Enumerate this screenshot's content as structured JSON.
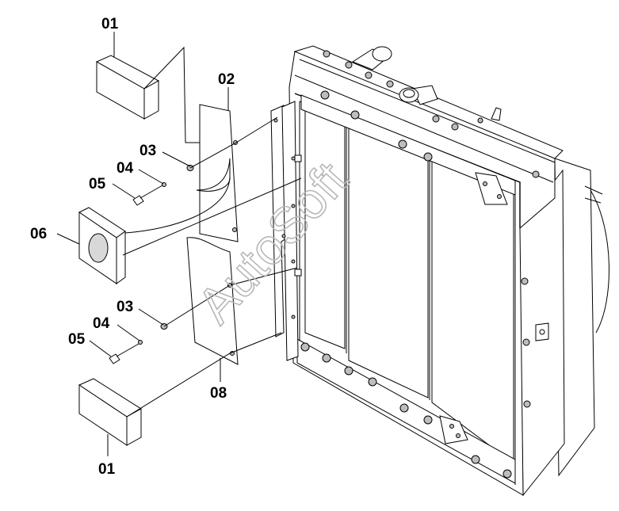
{
  "watermark": "AutoSoft",
  "callouts": [
    {
      "id": "01",
      "part": "pad-top"
    },
    {
      "id": "02",
      "part": "cover-plate-upper"
    },
    {
      "id": "03",
      "part": "washer-upper"
    },
    {
      "id": "04",
      "part": "lock-washer-upper"
    },
    {
      "id": "05",
      "part": "bolt-upper"
    },
    {
      "id": "06",
      "part": "grommet-block"
    },
    {
      "id": "03",
      "part": "washer-lower"
    },
    {
      "id": "04",
      "part": "lock-washer-lower"
    },
    {
      "id": "05",
      "part": "bolt-lower"
    },
    {
      "id": "08",
      "part": "cover-plate-lower"
    },
    {
      "id": "01",
      "part": "pad-bottom"
    }
  ]
}
